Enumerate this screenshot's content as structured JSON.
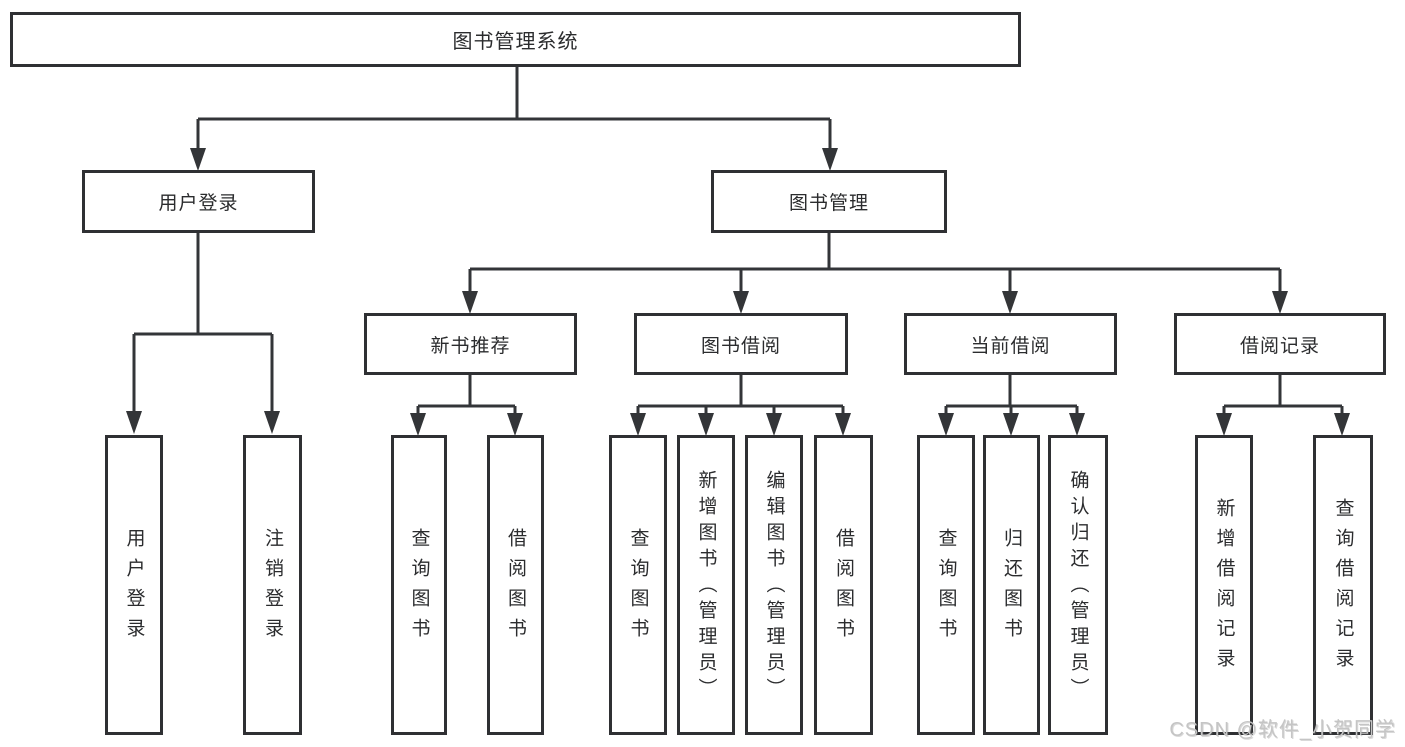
{
  "nodes": {
    "root": "图书管理系统",
    "l2": [
      "用户登录",
      "图书管理"
    ],
    "l3": [
      "新书推荐",
      "图书借阅",
      "当前借阅",
      "借阅记录"
    ],
    "leaves": {
      "user": [
        "用户登录",
        "注销登录"
      ],
      "newbook": [
        "查询图书",
        "借阅图书"
      ],
      "borrow": [
        "查询图书",
        "新增图书（管理员）",
        "编辑图书（管理员）",
        "借阅图书"
      ],
      "current": [
        "查询图书",
        "归还图书",
        "确认归还（管理员）"
      ],
      "records": [
        "新增借阅记录",
        "查询借阅记录"
      ]
    }
  },
  "watermark": "CSDN @软件_小贺同学",
  "colors": {
    "line": "#333538",
    "border": "#2f3033",
    "text": "#2b2c2e",
    "watermark": "#c5c5c5"
  }
}
